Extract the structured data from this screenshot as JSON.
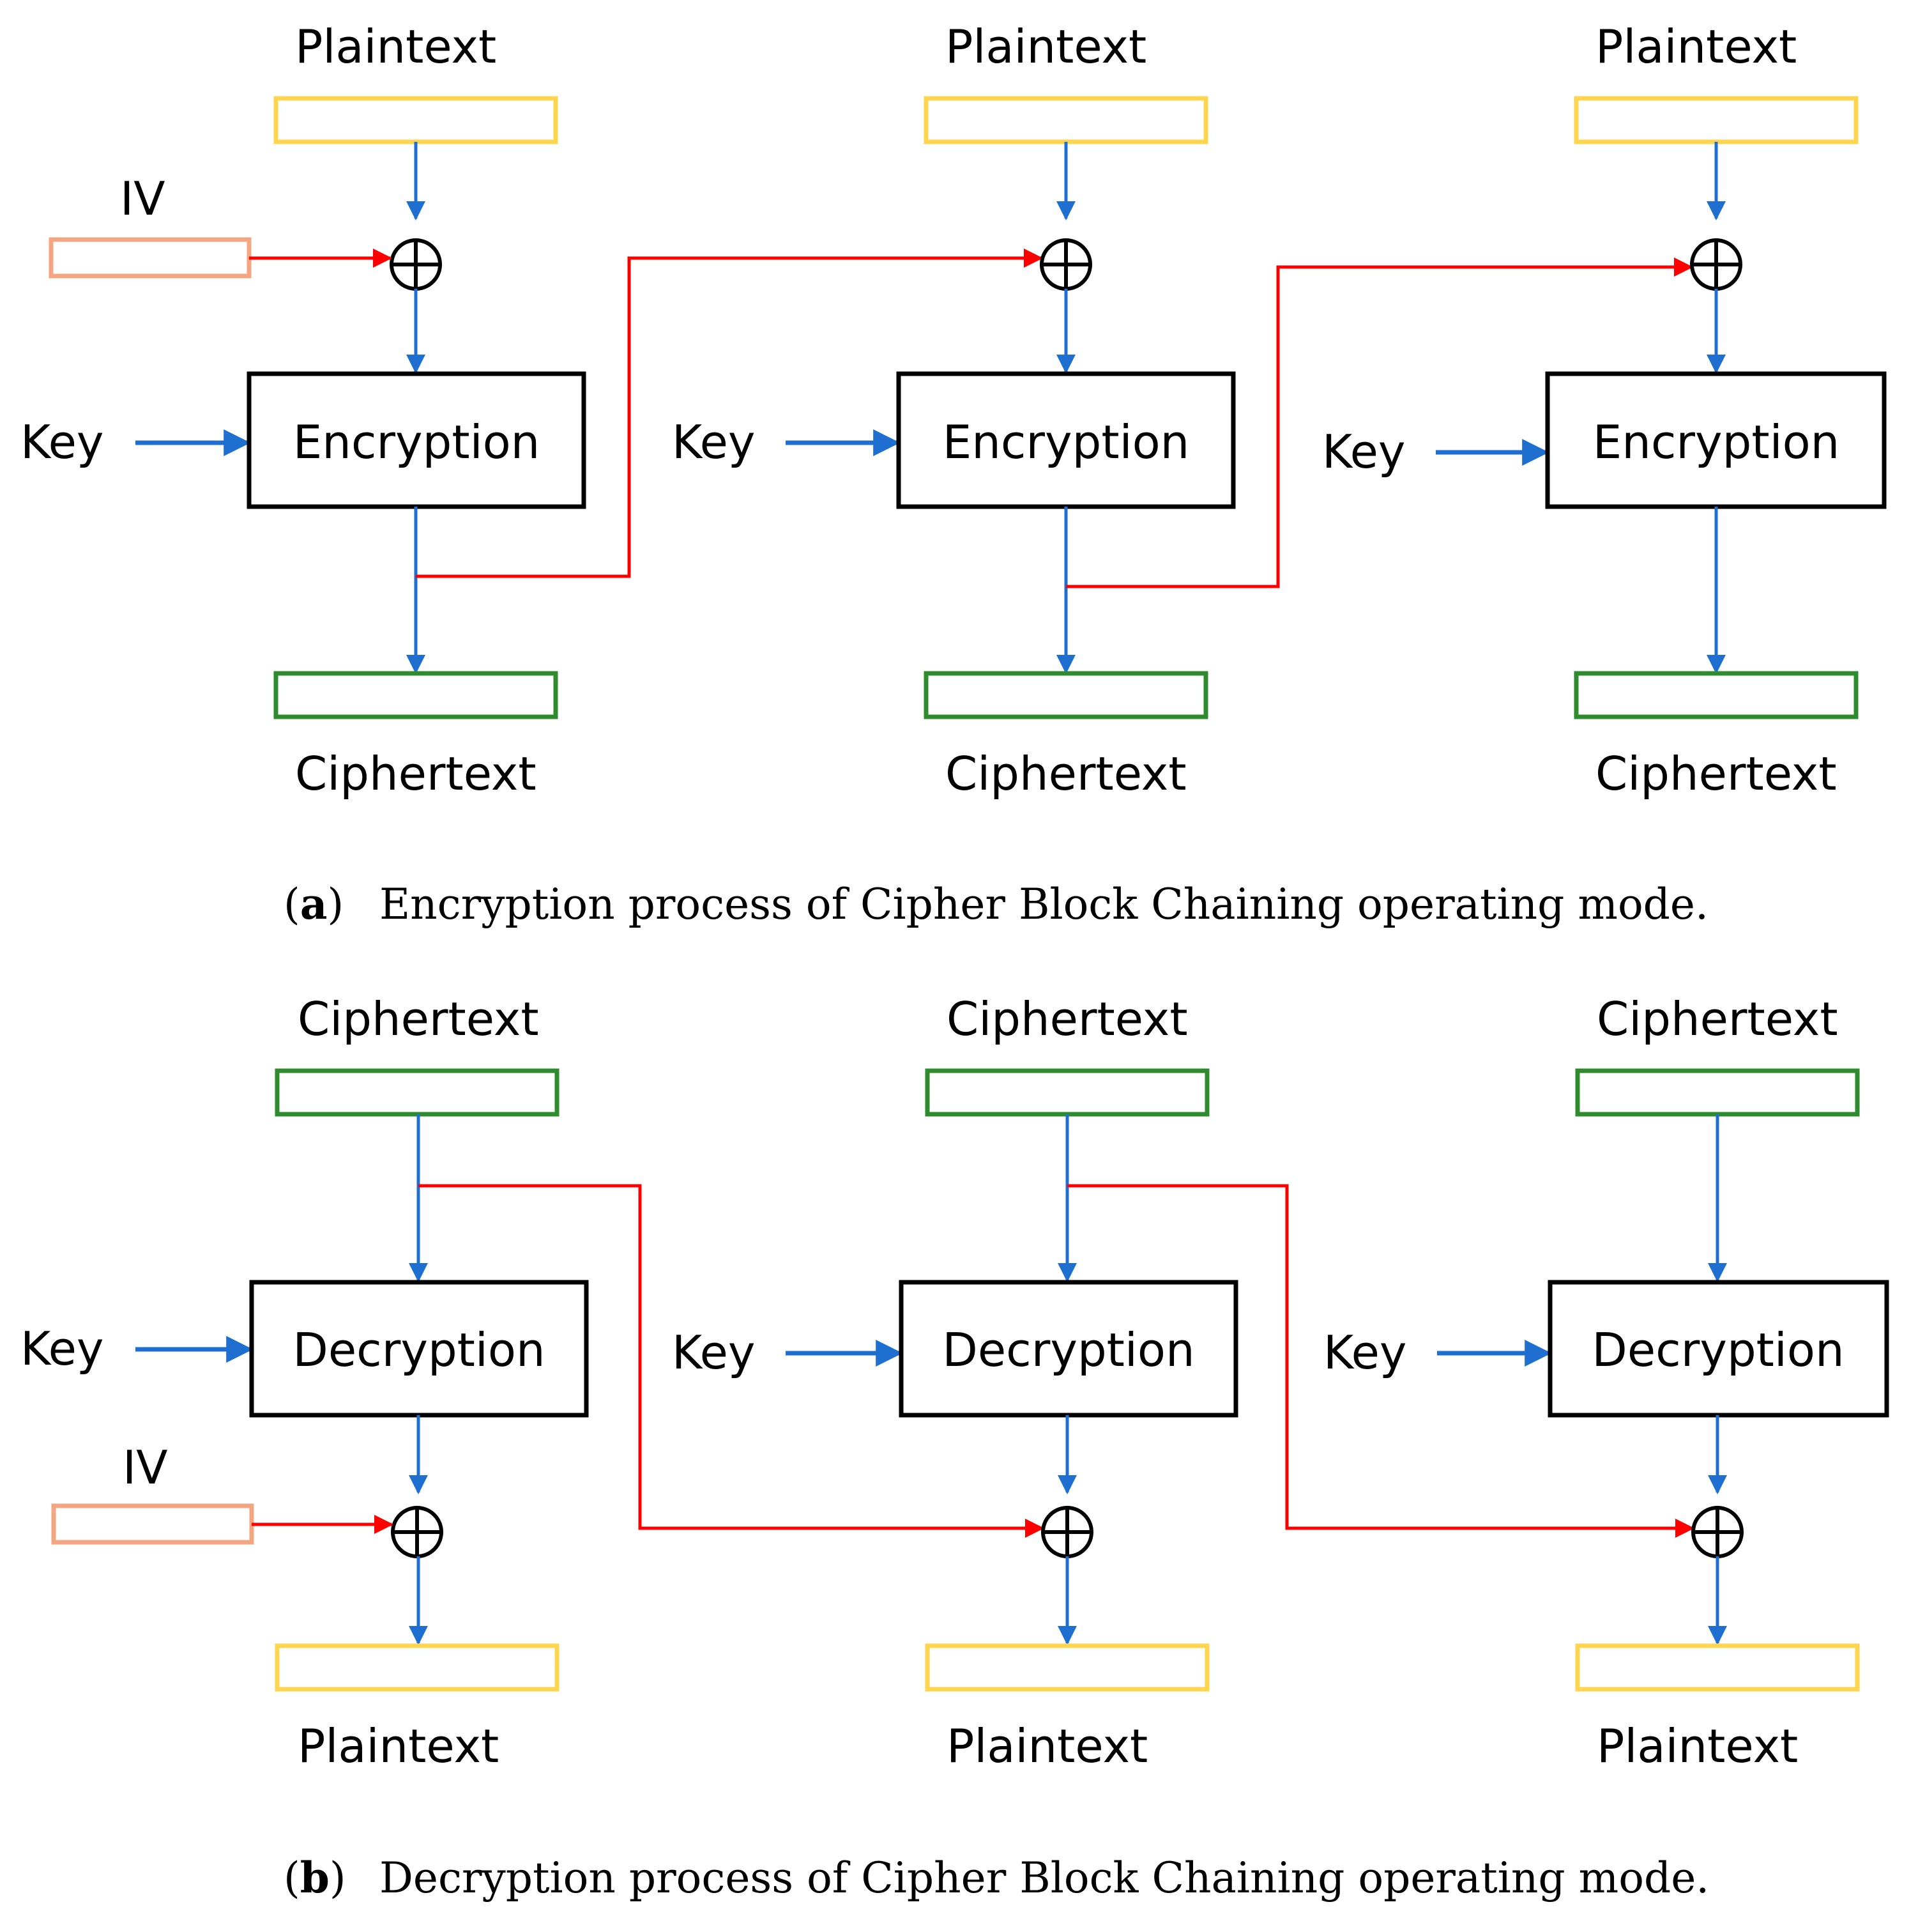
{
  "colors": {
    "plaintext_box": "#ffd54f",
    "ciphertext_box": "#2e8b2e",
    "iv_box": "#f4a582",
    "data_arrow": "#1f6fd1",
    "chain_arrow": "#ff0000",
    "block": "#000000"
  },
  "encryption": {
    "blocks": [
      {
        "plaintext_label": "Plaintext",
        "key_label": "Key",
        "block_label": "Encryption",
        "ciphertext_label": "Ciphertext"
      },
      {
        "plaintext_label": "Plaintext",
        "key_label": "Key",
        "block_label": "Encryption",
        "ciphertext_label": "Ciphertext"
      },
      {
        "plaintext_label": "Plaintext",
        "key_label": "Key",
        "block_label": "Encryption",
        "ciphertext_label": "Ciphertext"
      }
    ],
    "iv_label": "IV",
    "caption_letter": "a",
    "caption_text": "Encryption process of Cipher Block Chaining operating mode."
  },
  "decryption": {
    "blocks": [
      {
        "ciphertext_label": "Ciphertext",
        "key_label": "Key",
        "block_label": "Decryption",
        "plaintext_label": "Plaintext"
      },
      {
        "ciphertext_label": "Ciphertext",
        "key_label": "Key",
        "block_label": "Decryption",
        "plaintext_label": "Plaintext"
      },
      {
        "ciphertext_label": "Ciphertext",
        "key_label": "Key",
        "block_label": "Decryption",
        "plaintext_label": "Plaintext"
      }
    ],
    "iv_label": "IV",
    "caption_letter": "b",
    "caption_text": "Decryption process of Cipher Block Chaining operating mode."
  }
}
